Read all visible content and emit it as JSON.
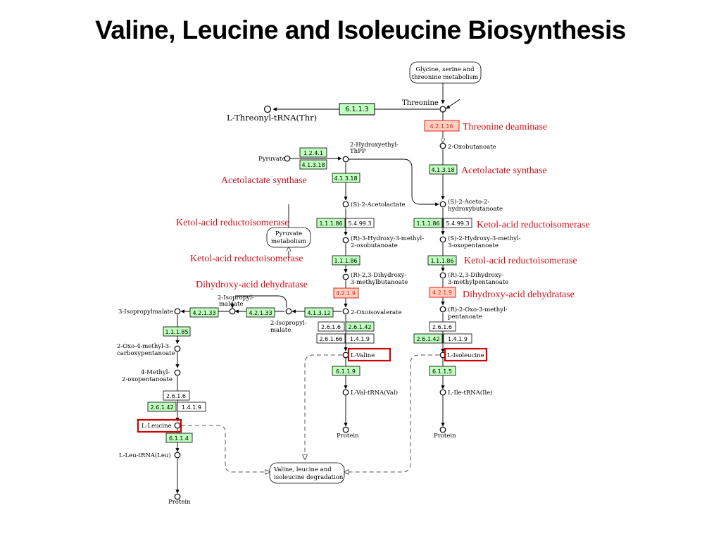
{
  "title": "Valine, Leucine and Isoleucine Biosynthesis",
  "maps": {
    "glycine": [
      "Glycine, serine and",
      "threonine metabolism"
    ],
    "pyruvate": [
      "Pyruvate",
      "metabolism"
    ],
    "degradation": [
      "Valine, leucine and",
      "isoleucine degradation"
    ]
  },
  "compounds": {
    "threonine": "Threonine",
    "threonyl_trna": "L-Threonyl-tRNA(Thr)",
    "oxobutanoate": "2-Oxobutanoate",
    "hydroxyethyl": [
      "2-Hydroxyethyl-",
      "ThPP"
    ],
    "pyruvate": "Pyruvate",
    "acetolactate": "(S)-2-Acetolactate",
    "aceto_hydroxybutanoate": [
      "(S)-2-Aceto-2-",
      "hydroxybutanoate"
    ],
    "hydroxy_methyl_oxobutanoate": [
      "(R)-3-Hydroxy-3-methyl-",
      "2-oxobutanoate"
    ],
    "hydroxy_methyl_oxopentanoate": [
      "(S)-2-Hydroxy-3-methyl-",
      "3-oxopentanoate"
    ],
    "dihydroxy_methylbutanoate": [
      "(R)-2,3-Dihydroxy-",
      "3-methylbutanoate"
    ],
    "dihydroxy_methylpentanoate": [
      "(R)-2,3-Dihydroxy-",
      "3-methylpentanoate"
    ],
    "oxoisovalerate": "2-Oxoisovalerate",
    "oxo_methylpentanoate": [
      "(R)-2-Oxo-3-methyl-",
      "pentanoate"
    ],
    "isopropylmaleate": [
      "2-Isopropyl-",
      "maleate"
    ],
    "isopropylmalate_2": [
      "2-Isopropyl-",
      "malate"
    ],
    "isopropylmalate_3": "3-Isopropylmalate",
    "oxo_methyl_carboxypentanoate": [
      "2-Oxo-4-methyl-3-",
      "carboxypentanoate"
    ],
    "methyl_oxopentanoate": [
      "4-Methyl-",
      "2-oxopentanoate"
    ],
    "l_valine": "L-Valine",
    "l_isoleucine": "L-Isoleucine",
    "l_leucine": "L-Leucine",
    "val_trna": "L-Val-tRNA(Val)",
    "ile_trna": "L-Ile-tRNA(Ile)",
    "leu_trna": "L-Leu-tRNA(Leu)",
    "protein": "Protein"
  },
  "enzymes": {
    "e6113": "6.1.1.3",
    "e42116": "4.2.1.16",
    "e1241": "1.2.4.1",
    "e41318": "4.1.3.18",
    "e11186": "1.1.1.86",
    "e54993": "5.4.99.3",
    "e4219": "4.2.1.9",
    "e42133": "4.2.1.33",
    "e41312": "4.1.3.12",
    "e11185": "1.1.1.85",
    "e2616": "2.6.1.6",
    "e26142": "2.6.1.42",
    "e26166": "2.6.1.66",
    "e1419": "1.4.1.9",
    "e6119": "6.1.1.9",
    "e6115": "6.1.1.5",
    "e6114": "6.1.1.4"
  },
  "annotations": {
    "threonine_deaminase": "Threonine deaminase",
    "acetolactate_synthase": "Acetolactate synthase",
    "ketol_acid_reductoisomerase": "Ketol-acid reductoisomerase",
    "dihydroxy_acid_dehydratase": "Dihydroxy-acid dehydratase"
  },
  "colors": {
    "enzyme_fill": "#bfffbf",
    "enzyme_highlight_fill": "#ffcfc0",
    "annotation_red": "#d2101a",
    "highlight_box": "#cc0000"
  }
}
